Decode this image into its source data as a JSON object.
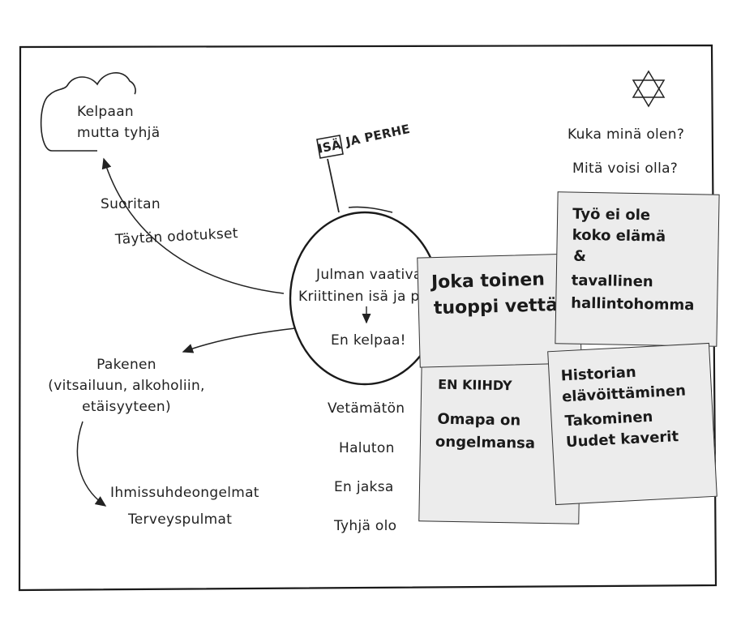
{
  "left": {
    "cloud_text": [
      "Kelpaan",
      "mutta tyhjä"
    ],
    "arrow_labels": [
      "Suoritan",
      "Täytän odotukset"
    ],
    "flee": [
      "Pakenen",
      "(vitsailuun, alkoholiin,",
      "etäisyyteen)"
    ],
    "problems": [
      "Ihmissuhdeongelmat",
      "Terveyspulmat"
    ]
  },
  "center": {
    "flag_label": "ISÄ",
    "flag_caption": "JA PERHE",
    "circle_lines": [
      "Julman vaativa",
      "Kriittinen isä ja p"
    ],
    "circle_bottom": "En kelpaa!",
    "below": [
      "Vetämätön",
      "Haluton",
      "En jaksa",
      "Tyhjä olo"
    ]
  },
  "right": {
    "questions": [
      "Kuka minä olen?",
      "Mitä voisi olla?"
    ],
    "star_icon": "star-of-david"
  },
  "notes": [
    {
      "name": "note-joka-toinen",
      "lines": [
        "Joka toinen",
        "tuoppi vettä"
      ]
    },
    {
      "name": "note-en-kiihdy",
      "lines": [
        "EN KIIHDY",
        "",
        "Omapa on",
        "ongelmansa"
      ]
    },
    {
      "name": "note-tyo",
      "lines": [
        "Työ ei ole",
        "koko elämä",
        "&",
        "tavallinen",
        "hallintohomma"
      ]
    },
    {
      "name": "note-historian",
      "lines": [
        "Historian",
        "elävöittäminen",
        "Takominen",
        "Uudet kaverit"
      ]
    }
  ]
}
